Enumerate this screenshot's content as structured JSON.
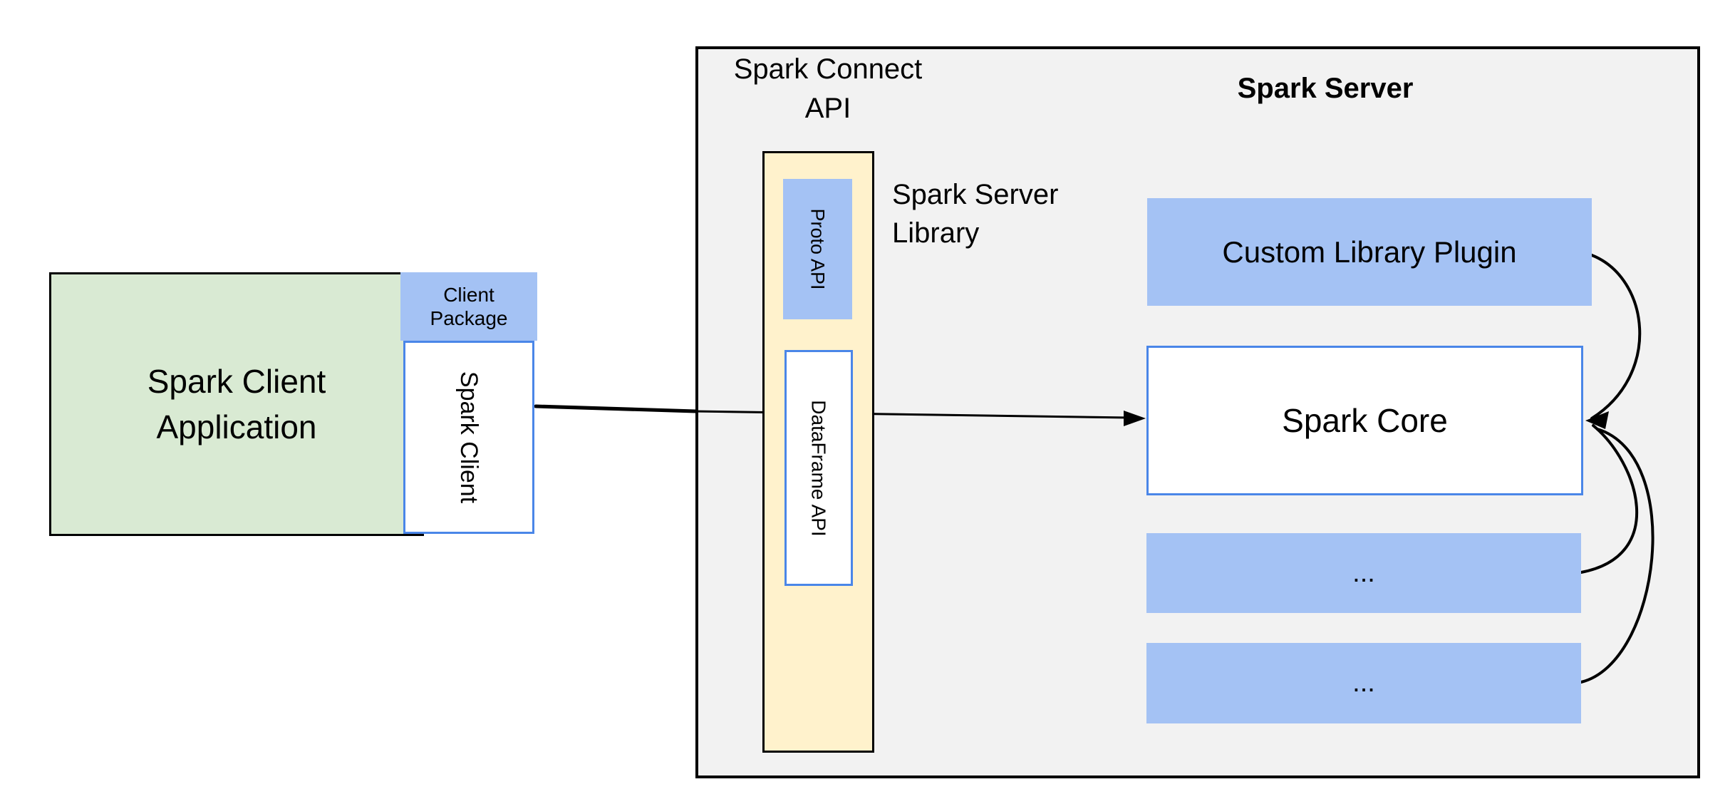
{
  "palette": {
    "panel_gray": "#f2f2f2",
    "box_green": "#d9ead3",
    "box_blue": "#a4c2f4",
    "box_yellow": "#fff2cc",
    "border_blue": "#4a86e8",
    "border_black": "#000000",
    "arrow_color": "#000000",
    "text_color": "#000000"
  },
  "client_side": {
    "application_label": "Spark Client Application",
    "client_package_label": "Client Package",
    "spark_client_label": "Spark Client"
  },
  "connect_panel": {
    "title": "Spark Connect API",
    "library_label": "Spark Server Library",
    "proto_api_label": "Proto API",
    "dataframe_api_label": "DataFrame API"
  },
  "server_panel": {
    "title": "Spark Server",
    "custom_plugin_label": "Custom Library Plugin",
    "spark_core_label": "Spark Core",
    "ellipsis_1": "...",
    "ellipsis_2": "..."
  }
}
